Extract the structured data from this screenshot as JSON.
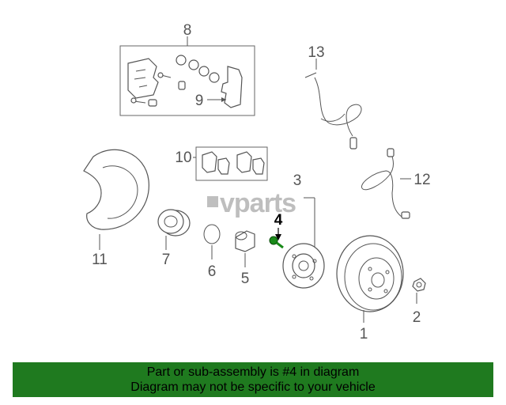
{
  "callouts": {
    "c1": "1",
    "c2": "2",
    "c3": "3",
    "c4": "4",
    "c5": "5",
    "c6": "6",
    "c7": "7",
    "c8": "8",
    "c9": "9",
    "c10": "10",
    "c11": "11",
    "c12": "12",
    "c13": "13"
  },
  "highlighted_part": "4",
  "watermark": "vparts",
  "banner": {
    "line1": "Part or sub-assembly is #4 in diagram",
    "line2": "Diagram may not be specific to your vehicle"
  },
  "colors": {
    "banner_bg": "#1f7a1f",
    "highlight_part": "#1a8a1a",
    "line_art": "#555555"
  }
}
